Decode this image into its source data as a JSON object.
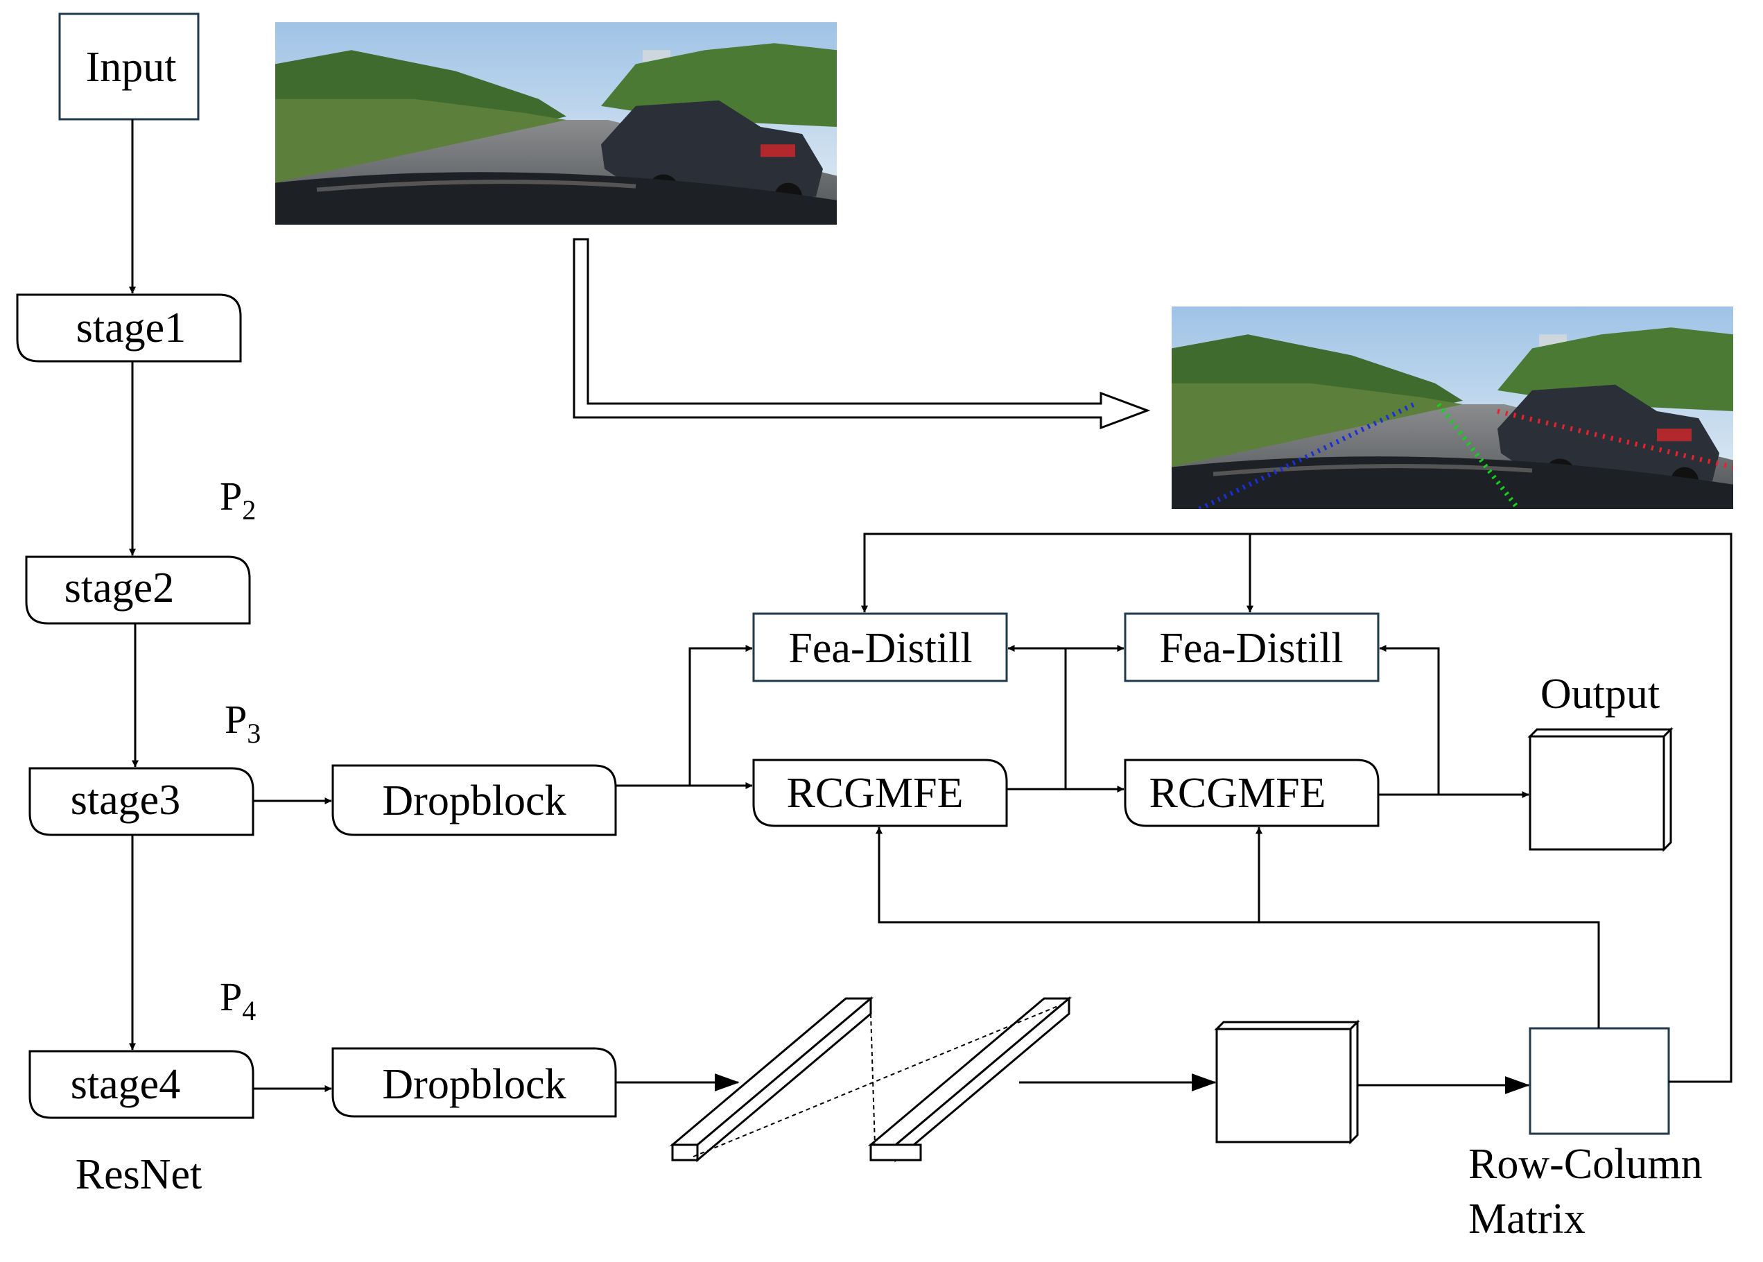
{
  "nodes": {
    "input": "Input",
    "stage1": "stage1",
    "stage2": "stage2",
    "stage3": "stage3",
    "stage4": "stage4",
    "resnet": "ResNet",
    "dropblock_top": "Dropblock",
    "dropblock_bottom": "Dropblock",
    "fea_distill_1": "Fea-Distill",
    "fea_distill_2": "Fea-Distill",
    "rcgmfe_1": "RCGMFE",
    "rcgmfe_2": "RCGMFE",
    "output": "Output",
    "row_column_line1": "Row-Column",
    "row_column_line2": "Matrix"
  },
  "feature_labels": {
    "p2": {
      "base": "P",
      "sub": "2"
    },
    "p3": {
      "base": "P",
      "sub": "3"
    },
    "p4": {
      "base": "P",
      "sub": "4"
    }
  },
  "images": {
    "input_photo": "road-scene-photo",
    "output_photo": "road-scene-with-detected-lanes",
    "lane_colors": {
      "left": "#1b2fd6",
      "center": "#14d11e",
      "right": "#e8222b"
    }
  }
}
